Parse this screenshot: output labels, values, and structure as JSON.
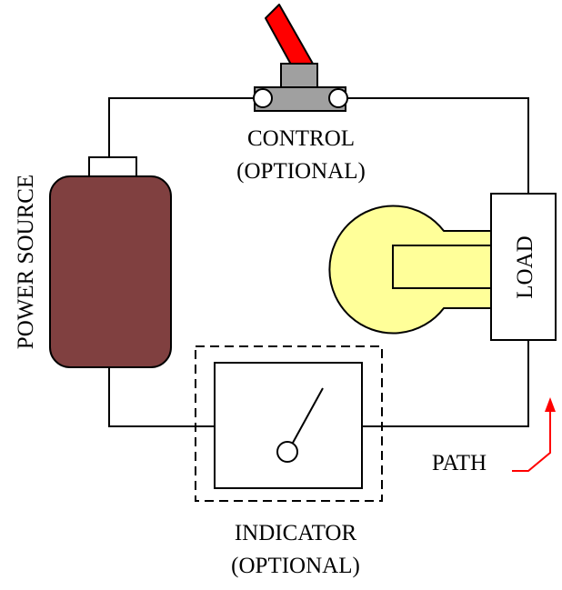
{
  "labels": {
    "control_line1": "CONTROL",
    "control_line2": "(OPTIONAL)",
    "power_source": "POWER SOURCE",
    "load": "LOAD",
    "path": "PATH",
    "indicator_line1": "INDICATOR",
    "indicator_line2": "(OPTIONAL)"
  },
  "colors": {
    "wire": "#000000",
    "battery_body": "#804040",
    "battery_terminal": "#ffffff",
    "switch_lever": "#ff0000",
    "switch_base": "#a0a0a0",
    "bulb": "#ffff99",
    "path_arrow": "#ff0000",
    "background": "#ffffff"
  },
  "icons": {
    "control": "toggle-switch-icon",
    "power_source": "battery-icon",
    "load": "light-bulb-icon",
    "indicator": "meter-gauge-icon",
    "path": "path-arrow-icon"
  }
}
